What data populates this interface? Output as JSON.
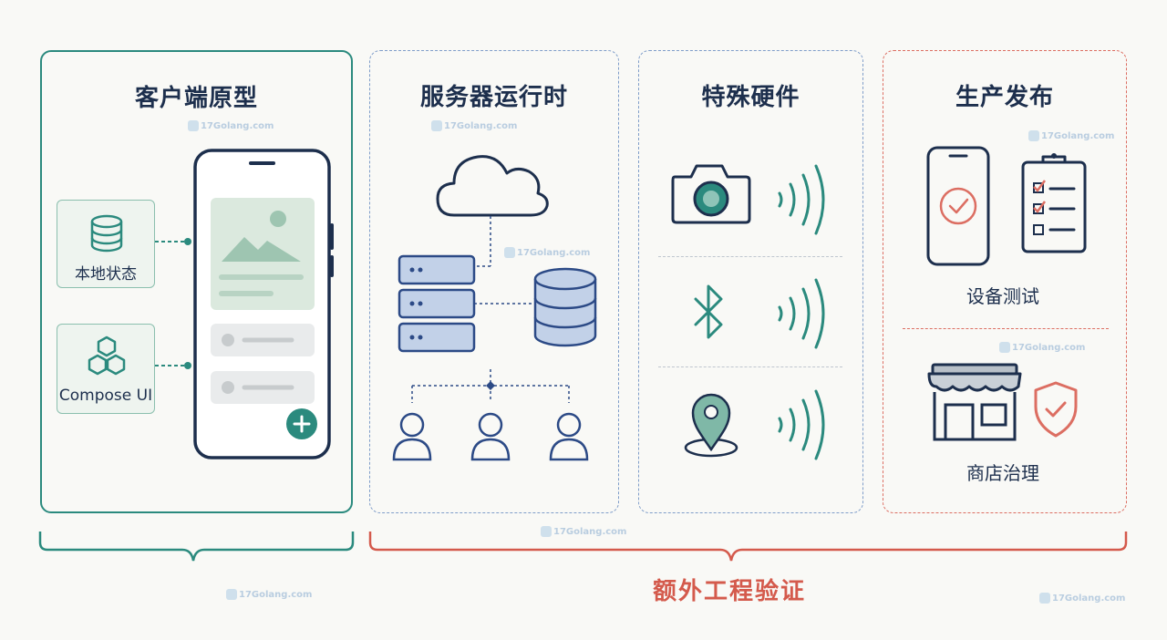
{
  "panels": {
    "client": {
      "title": "客户端原型",
      "local_state": "本地状态",
      "compose_ui": "Compose UI"
    },
    "server": {
      "title": "服务器运行时"
    },
    "hardware": {
      "title": "特殊硬件"
    },
    "release": {
      "title": "生产发布",
      "device_testing": "设备测试",
      "store_governance": "商店治理"
    }
  },
  "bottom_label": "额外工程验证",
  "watermark": "17Golang.com",
  "colors": {
    "teal": "#2b8a7e",
    "navy": "#1d2f4d",
    "blue_dash": "#7f9dc9",
    "red": "#d45a4c"
  }
}
